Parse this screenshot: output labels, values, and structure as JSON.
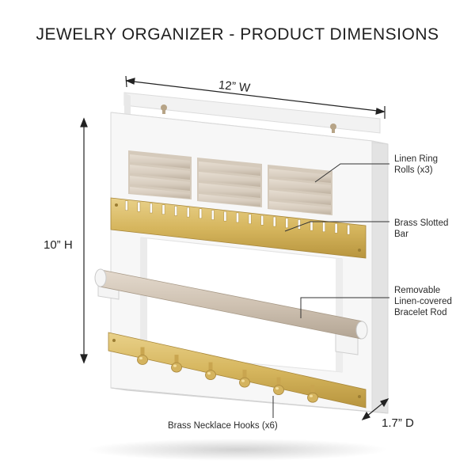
{
  "title": "JEWELRY ORGANIZER - PRODUCT DIMENSIONS",
  "dimensions": {
    "width": "12” W",
    "height": "10” H",
    "depth": "1.7” D"
  },
  "callouts": {
    "ring_rolls": [
      "Linen Ring",
      "Rolls (x3)"
    ],
    "slotted_bar": [
      "Brass Slotted",
      "Bar"
    ],
    "bracelet_rod": [
      "Removable",
      "Linen-covered",
      "Bracelet Rod"
    ],
    "necklace_hooks": "Brass Necklace Hooks (x6)"
  },
  "colors": {
    "frame": "#f7f7f7",
    "frame_edge": "#d9d9d9",
    "linen": "#d8cdbf",
    "brass": "#d6b65e",
    "ink": "#222222"
  }
}
